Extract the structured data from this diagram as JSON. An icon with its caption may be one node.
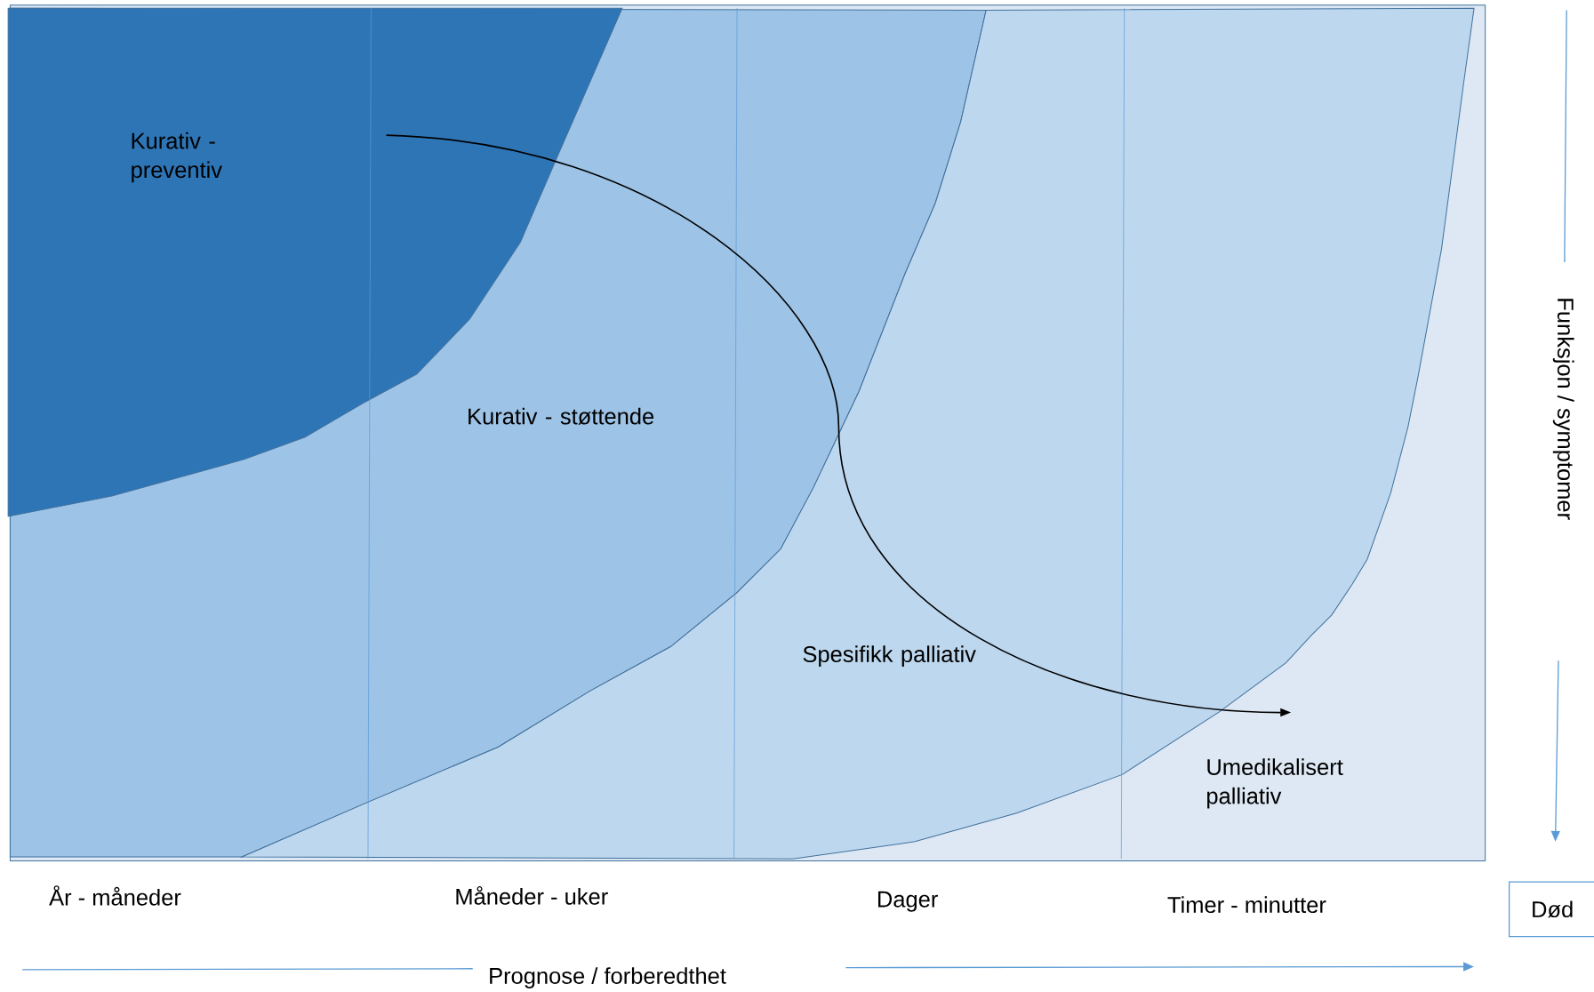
{
  "diagram": {
    "nodes": [
      {
        "text": [
          "Kurativ - preventiv"
        ]
      },
      {
        "text": [
          "Kurativ - støttende"
        ]
      },
      {
        "text": [
          "Spesifikk palliativ"
        ]
      },
      {
        "text": [
          "Umedikalisert palliativ"
        ]
      },
      {
        "text": [
          "Død"
        ]
      }
    ],
    "edges": [
      {
        "from": null,
        "to": 3,
        "arrow": "to"
      }
    ],
    "labels": [
      "År - måneder",
      "Måneder - uker",
      "Dager",
      "Timer - minutter",
      "Funksjon / symptomer",
      "Prognose / forberedthet"
    ]
  }
}
